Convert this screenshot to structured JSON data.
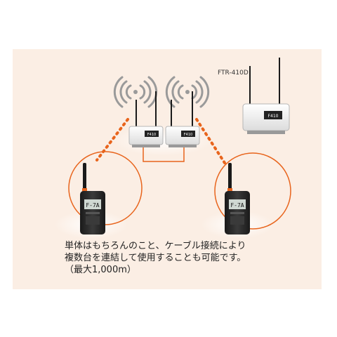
{
  "diagram": {
    "model_label": "FTR-410D",
    "caption_lines": [
      "単体はもちろんのこと、ケーブル接続により",
      "複数台を連結して使用することも可能です。",
      "（最大1,000m）"
    ],
    "radio_screen_text": "F-7A",
    "unit_badge_text": "F410",
    "colors": {
      "panel_background": "#fbeee4",
      "range_circle": "#e8641c",
      "dotted_link": "#e8641c",
      "cable": "#e8641c",
      "signal_waves": "#9a9a9a",
      "radio_body": "#2a2a2a",
      "unit_body": "#f4f4f4"
    },
    "icons": [
      "signal-waves-icon",
      "repeater-unit-icon",
      "handheld-radio-icon"
    ]
  }
}
